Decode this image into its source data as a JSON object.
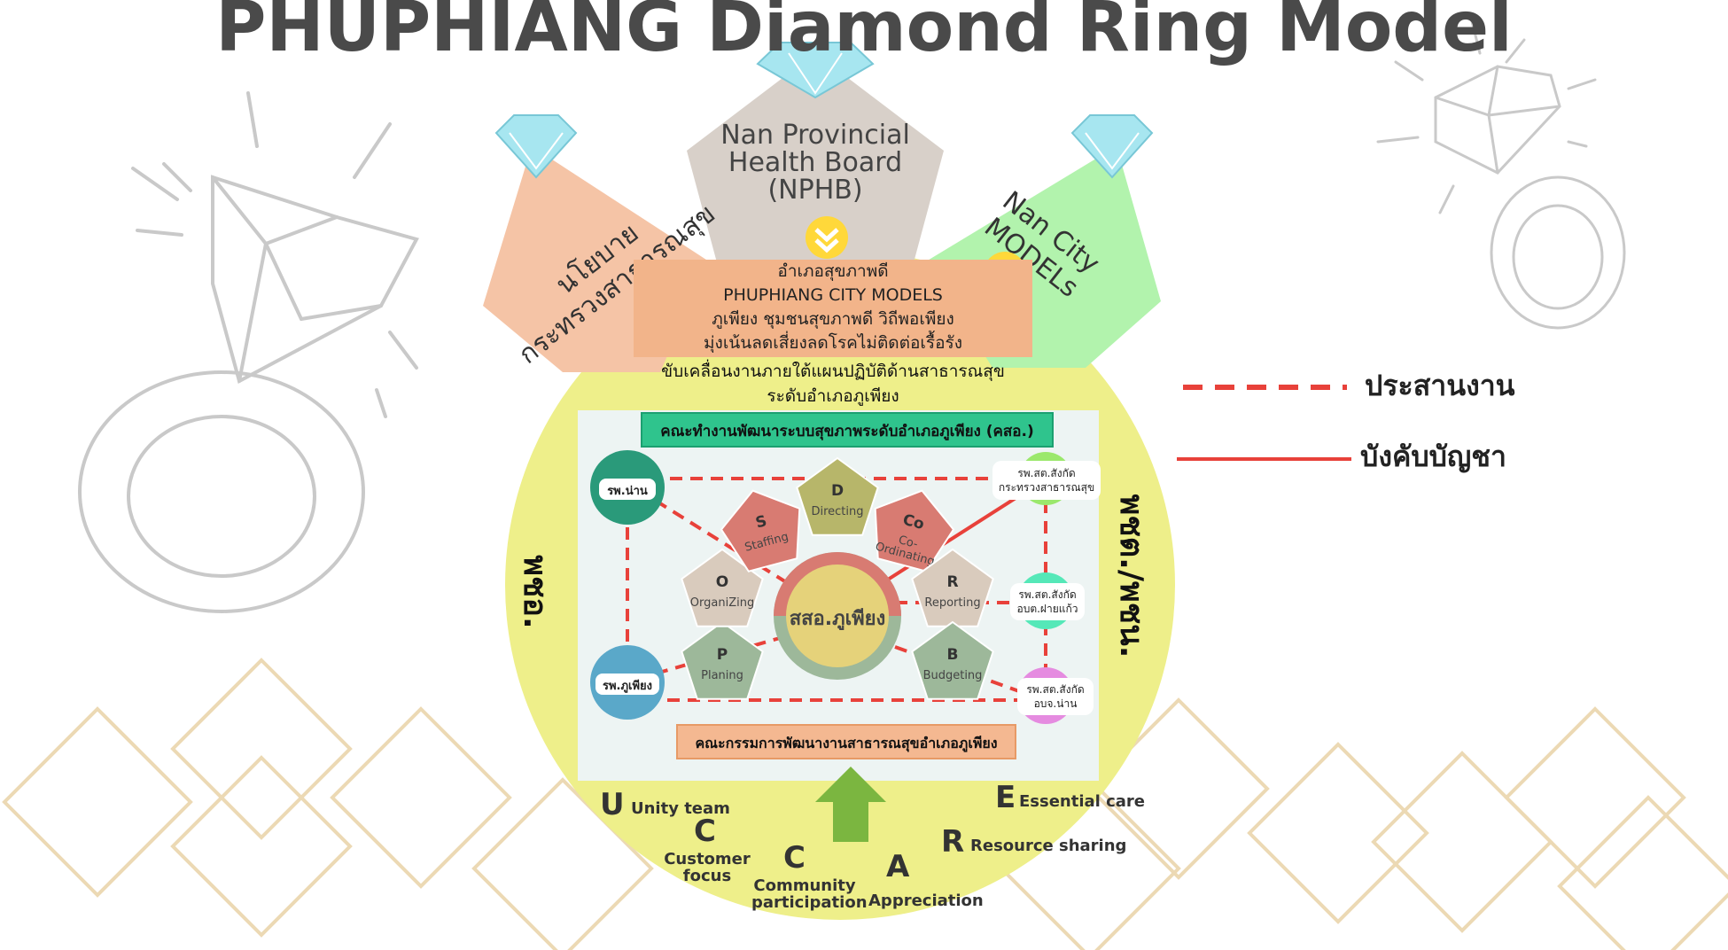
{
  "title": "PHUPHIANG Diamond Ring Model",
  "pentagons": {
    "left": "นโยบาย\nกระทรวงสาธารณสุข",
    "top": "Nan Provincial\nHealth Board\n(NPHB)",
    "right": "Nan City\nMODELs"
  },
  "policy_box": {
    "lines": [
      "อำเภอสุขภาพดี",
      "PHUPHIANG CITY MODELS",
      "ภูเพียง ชุมชนสุขภาพดี วิถีพอเพียง",
      "มุ่งเน้นลดเสี่ยงลดโรคไม่ติดต่อเรื้อรัง"
    ]
  },
  "movement_text": [
    "ขับเคลื่อนงานภายใต้แผนปฏิบัติด้านสาธารณสุข",
    "ระดับอำเภอภูเพียง"
  ],
  "khso_title": "คณะทำงานพัฒนาระบบสุขภาพระดับอำเภอภูเพียง (คสอ.)",
  "committee": "คณะกรรมการพัฒนางานสาธารณสุขอำเภอภูเพียง",
  "center_label": "สสอ.ภูเพียง",
  "functions": [
    {
      "letter": "D",
      "word": "Directing",
      "color": "#b7b66a"
    },
    {
      "letter": "Co",
      "word": "Co-\nOrdinating",
      "color": "#d87b72"
    },
    {
      "letter": "R",
      "word": "Reporting",
      "color": "#d9cbbd"
    },
    {
      "letter": "B",
      "word": "Budgeting",
      "color": "#9db89a"
    },
    {
      "letter": "P",
      "word": "Planing",
      "color": "#9db89a"
    },
    {
      "letter": "O",
      "word": "OrganiZing",
      "color": "#d9cbbd"
    },
    {
      "letter": "S",
      "word": "Staffing",
      "color": "#d87b72"
    }
  ],
  "nodes": {
    "nan_hospital": "รพ.น่าน",
    "phuphiang_hospital": "รพ.ภูเพียง",
    "rpsat_moph": "รพ.สต.สังกัด\nกระทรวงสาธารณสุข",
    "rpsat_obt": "รพ.สต.สังกัด\nอบต.ฝายแก้ว",
    "rpsat_obj": "รพ.สต.สังกัด\nอบจ.น่าน"
  },
  "side_labels": {
    "left": "พชอ.",
    "right": "พชต./พชน."
  },
  "legend": {
    "coordinate": "ประสานงาน",
    "command": "บังคับบัญชา"
  },
  "ucare": [
    {
      "letter": "U",
      "text": "Unity team"
    },
    {
      "letter": "C",
      "text": "Customer\nfocus"
    },
    {
      "letter": "C",
      "text": "Community\nparticipation"
    },
    {
      "letter": "A",
      "text": "Appreciation"
    },
    {
      "letter": "R",
      "text": "Resource sharing"
    },
    {
      "letter": "E",
      "text": "Essential care"
    }
  ],
  "colors": {
    "coordinate_line": "#e8413a",
    "circle": "#eeef8a",
    "left_pentagon": "#f5c4a6",
    "top_pentagon": "#d8d0c9",
    "right_pentagon": "#b2f3ad",
    "arrow": "#7bb640"
  }
}
